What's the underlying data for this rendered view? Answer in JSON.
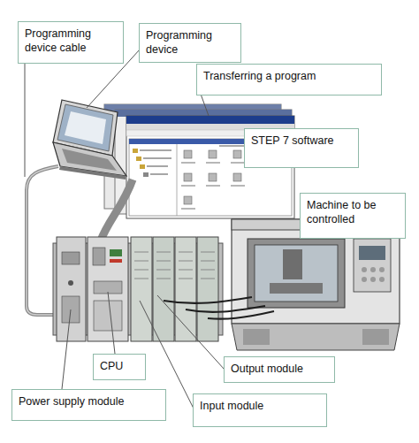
{
  "diagram": {
    "nodes": [
      {
        "text": [
          "Programming device cable"
        ]
      },
      {
        "text": [
          "Programming device"
        ]
      },
      {
        "text": [
          "Transferring a program"
        ]
      },
      {
        "text": [
          "STEP 7 software"
        ]
      },
      {
        "text": [
          "Machine to be controlled"
        ]
      },
      {
        "text": [
          "CPU"
        ]
      },
      {
        "text": [
          "Output module"
        ]
      },
      {
        "text": [
          "Power supply module"
        ]
      },
      {
        "text": [
          "Input module"
        ]
      }
    ]
  }
}
